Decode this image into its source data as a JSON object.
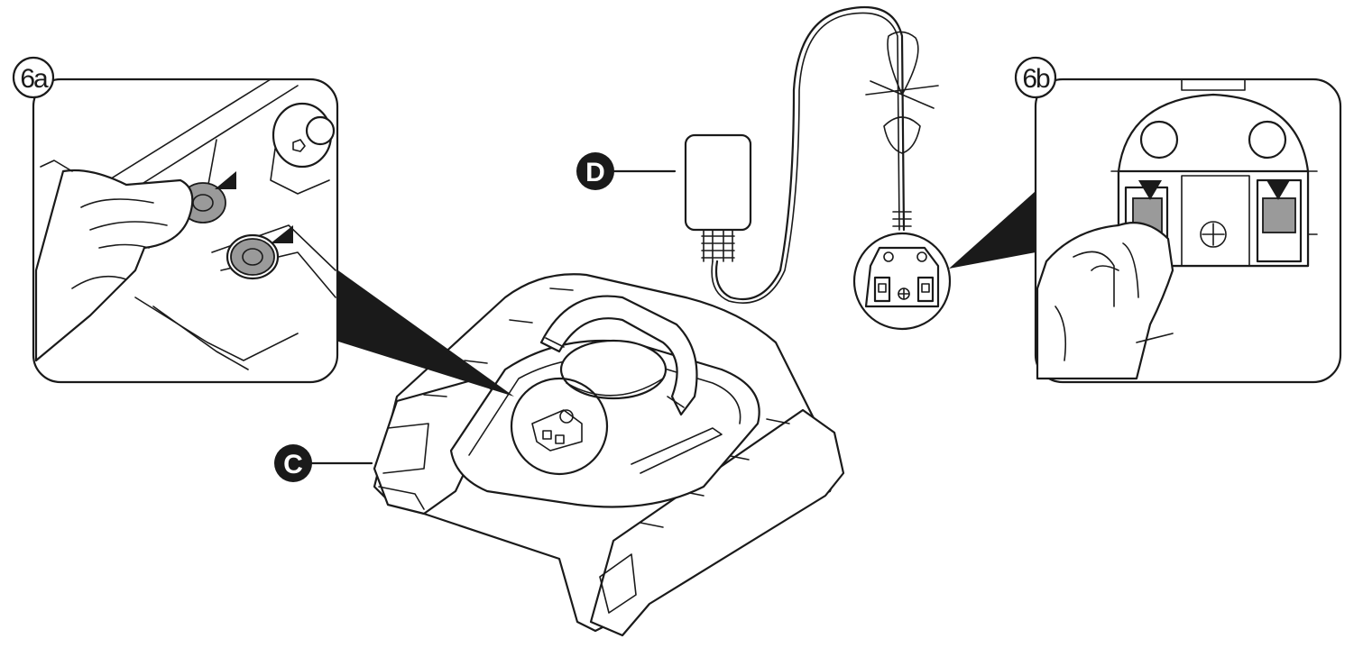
{
  "labels": {
    "robot": "C",
    "power_supply": "D",
    "step_a": "6a",
    "step_b": "6b"
  },
  "colors": {
    "line": "#1a1a1a",
    "contact_fill": "#9a9a9a",
    "background": "#ffffff"
  }
}
